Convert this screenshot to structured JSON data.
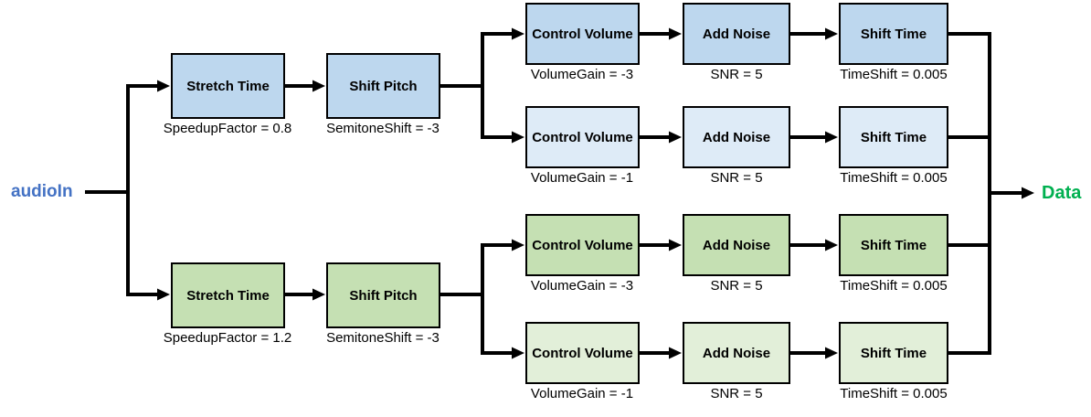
{
  "diagram": {
    "input_label": "audioIn",
    "output_label": "Data",
    "colors": {
      "input_text": "#4472C4",
      "output_text": "#00B050",
      "branch_top_fill": "#BDD7EE",
      "row2_fill": "#DEEBF7",
      "branch_bottom_fill": "#C5E0B3",
      "row4_fill": "#E2EFD9",
      "box_border": "#000000",
      "connector": "#000000"
    },
    "branches": {
      "top": {
        "stretch_time": {
          "label": "Stretch Time",
          "caption": "SpeedupFactor = 0.8"
        },
        "shift_pitch": {
          "label": "Shift Pitch",
          "caption": "SemitoneShift = -3"
        }
      },
      "bottom": {
        "stretch_time": {
          "label": "Stretch Time",
          "caption": "SpeedupFactor = 1.2"
        },
        "shift_pitch": {
          "label": "Shift Pitch",
          "caption": "SemitoneShift = -3"
        }
      }
    },
    "rows": [
      {
        "control_volume": {
          "label": "Control Volume",
          "caption": "VolumeGain = -3"
        },
        "add_noise": {
          "label": "Add Noise",
          "caption": "SNR = 5"
        },
        "shift_time": {
          "label": "Shift Time",
          "caption": "TimeShift = 0.005"
        }
      },
      {
        "control_volume": {
          "label": "Control Volume",
          "caption": "VolumeGain = -1"
        },
        "add_noise": {
          "label": "Add Noise",
          "caption": "SNR = 5"
        },
        "shift_time": {
          "label": "Shift Time",
          "caption": "TimeShift = 0.005"
        }
      },
      {
        "control_volume": {
          "label": "Control Volume",
          "caption": "VolumeGain = -3"
        },
        "add_noise": {
          "label": "Add Noise",
          "caption": "SNR = 5"
        },
        "shift_time": {
          "label": "Shift Time",
          "caption": "TimeShift = 0.005"
        }
      },
      {
        "control_volume": {
          "label": "Control Volume",
          "caption": "VolumeGain = -1"
        },
        "add_noise": {
          "label": "Add Noise",
          "caption": "SNR = 5"
        },
        "shift_time": {
          "label": "Shift Time",
          "caption": "TimeShift = 0.005"
        }
      }
    ]
  }
}
